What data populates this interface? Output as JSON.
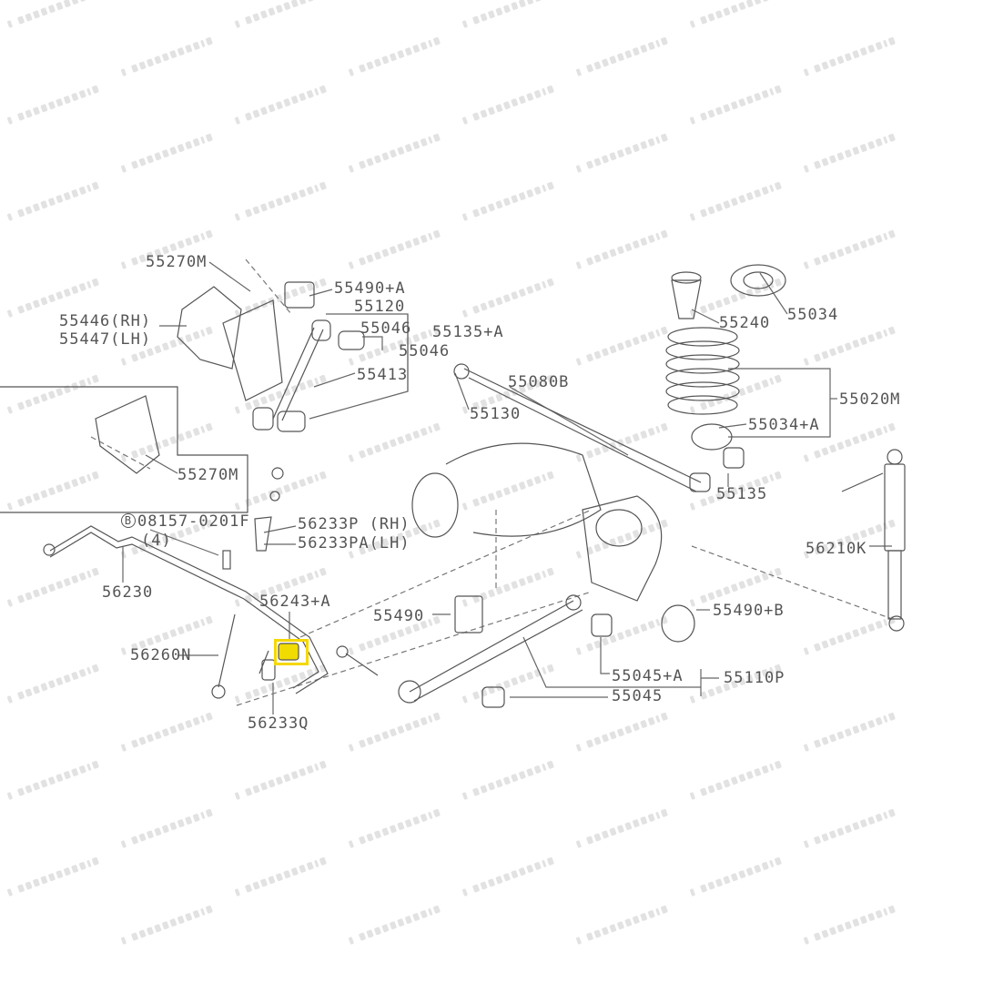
{
  "watermark": "TuAutoSpare.cl",
  "highlight_color": "#f5d800",
  "labels": {
    "l55270m_top": "55270M",
    "l55490a": "55490+A",
    "l55120": "55120",
    "l55046a": "55046",
    "l55046b": "55046",
    "l55446": "55446(RH)",
    "l55447": "55447(LH)",
    "l55135a": "55135+A",
    "l55413": "55413",
    "l55080b": "55080B",
    "l55130": "55130",
    "l55240": "55240",
    "l55034": "55034",
    "l55020m": "55020M",
    "l55034a": "55034+A",
    "l55270m_bot": "55270M",
    "l55135": "55135",
    "l08157_mark": "B",
    "l08157": "08157-0201F",
    "l08157_qty": "(4)",
    "l56233p": "56233P (RH)",
    "l56233pa": "56233PA(LH)",
    "l56210k": "56210K",
    "l56230": "56230",
    "l56243a": "56243+A",
    "l55490": "55490",
    "l55490b": "55490+B",
    "l56260n": "56260N",
    "l55045a": "55045+A",
    "l55110p": "55110P",
    "l55045": "55045",
    "l56233q": "56233Q"
  }
}
